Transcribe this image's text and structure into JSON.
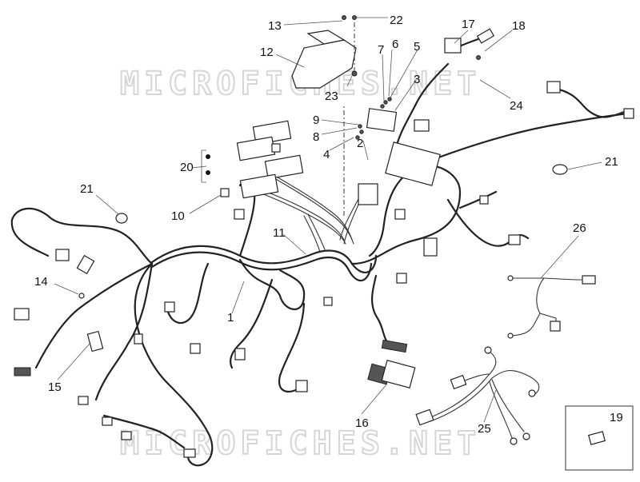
{
  "watermark": "MICROFICHES.NET",
  "callouts": [
    {
      "id": "c1",
      "text": "1"
    },
    {
      "id": "c2",
      "text": "2"
    },
    {
      "id": "c3",
      "text": "3"
    },
    {
      "id": "c4",
      "text": "4"
    },
    {
      "id": "c5",
      "text": "5"
    },
    {
      "id": "c6",
      "text": "6"
    },
    {
      "id": "c7",
      "text": "7"
    },
    {
      "id": "c8",
      "text": "8"
    },
    {
      "id": "c9",
      "text": "9"
    },
    {
      "id": "c10",
      "text": "10"
    },
    {
      "id": "c11",
      "text": "11"
    },
    {
      "id": "c12",
      "text": "12"
    },
    {
      "id": "c13",
      "text": "13"
    },
    {
      "id": "c14",
      "text": "14"
    },
    {
      "id": "c15",
      "text": "15"
    },
    {
      "id": "c16",
      "text": "16"
    },
    {
      "id": "c17",
      "text": "17"
    },
    {
      "id": "c18",
      "text": "18"
    },
    {
      "id": "c19",
      "text": "19"
    },
    {
      "id": "c20",
      "text": "20"
    },
    {
      "id": "c21a",
      "text": "21"
    },
    {
      "id": "c21b",
      "text": "21"
    },
    {
      "id": "c22",
      "text": "22"
    },
    {
      "id": "c23",
      "text": "23"
    },
    {
      "id": "c24",
      "text": "24"
    },
    {
      "id": "c25",
      "text": "25"
    },
    {
      "id": "c26",
      "text": "26"
    }
  ],
  "colors": {
    "line": "#222222",
    "watermark": "#d6d6d6",
    "background": "#ffffff"
  }
}
